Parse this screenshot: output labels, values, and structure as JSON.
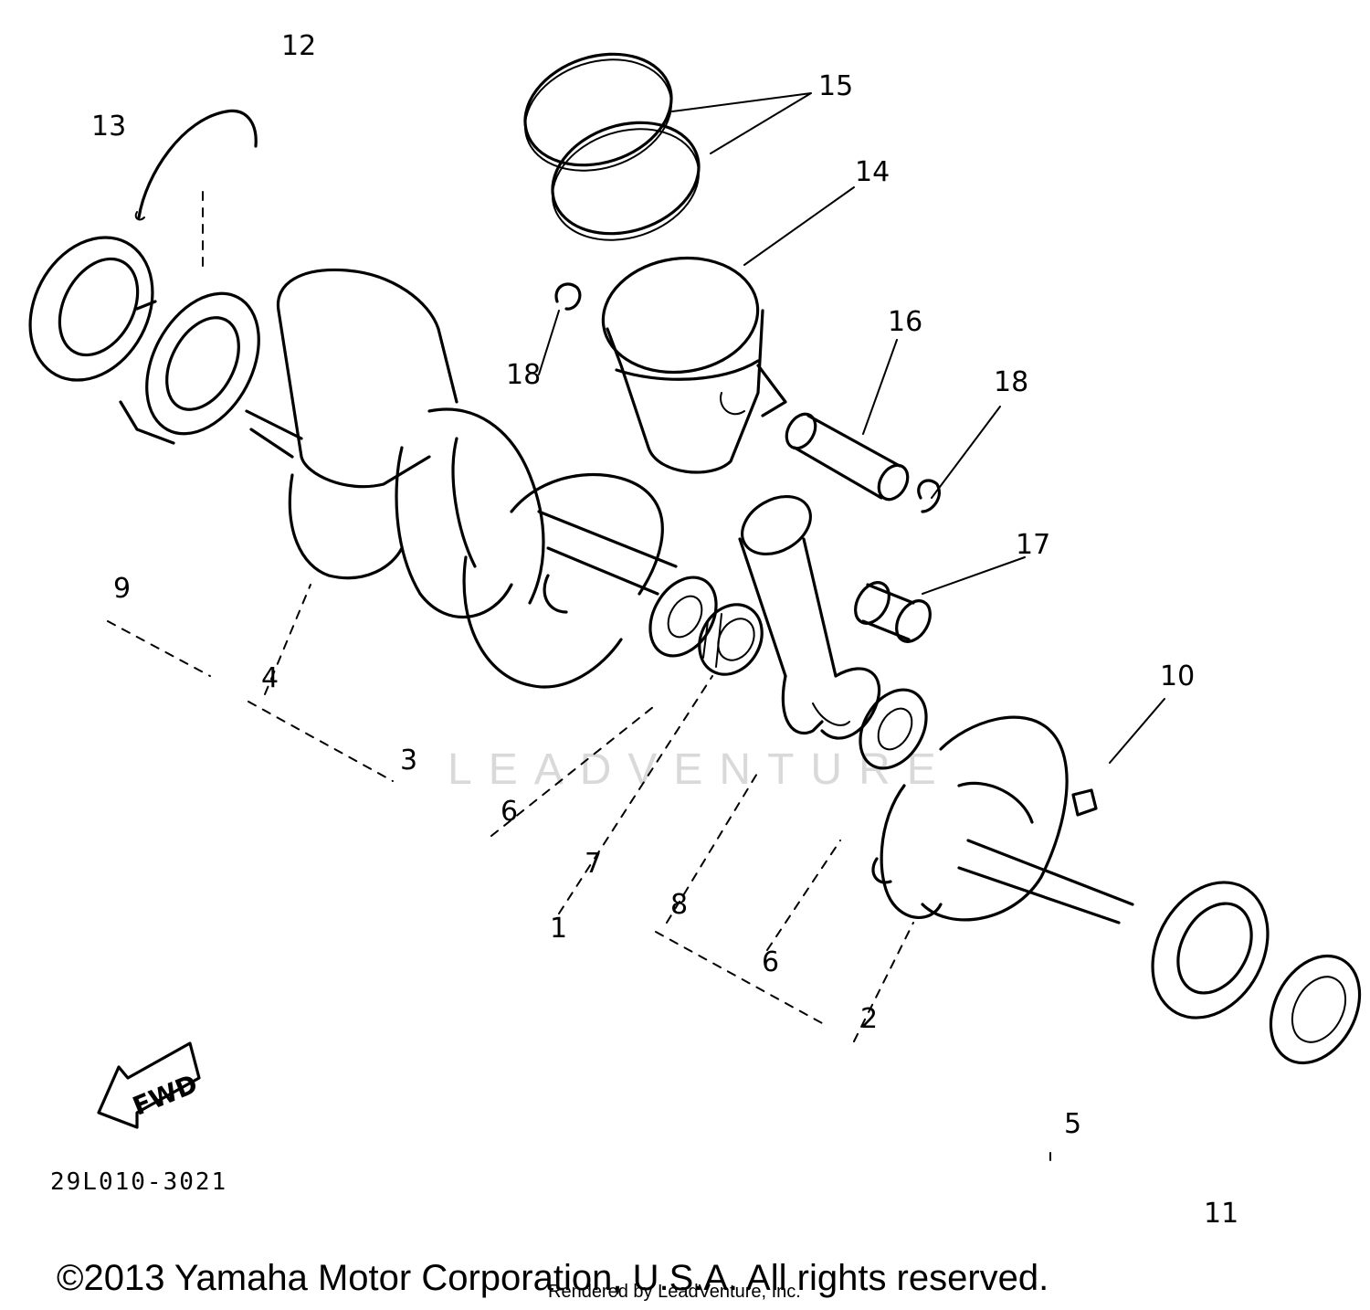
{
  "callouts": [
    {
      "id": "1",
      "label": "1"
    },
    {
      "id": "2",
      "label": "2"
    },
    {
      "id": "3",
      "label": "3"
    },
    {
      "id": "4",
      "label": "4"
    },
    {
      "id": "5",
      "label": "5"
    },
    {
      "id": "6a",
      "label": "6"
    },
    {
      "id": "6b",
      "label": "6"
    },
    {
      "id": "7",
      "label": "7"
    },
    {
      "id": "8",
      "label": "8"
    },
    {
      "id": "9",
      "label": "9"
    },
    {
      "id": "10",
      "label": "10"
    },
    {
      "id": "11",
      "label": "11"
    },
    {
      "id": "12",
      "label": "12"
    },
    {
      "id": "13",
      "label": "13"
    },
    {
      "id": "14",
      "label": "14"
    },
    {
      "id": "15",
      "label": "15"
    },
    {
      "id": "16",
      "label": "16"
    },
    {
      "id": "17",
      "label": "17"
    },
    {
      "id": "18a",
      "label": "18"
    },
    {
      "id": "18b",
      "label": "18"
    }
  ],
  "fwd_label": "FWD",
  "part_code": "29L010-3021",
  "watermark": "LEADVENTURE",
  "copyright": "©2013 Yamaha Motor Corporation, U.S.A. All rights reserved.",
  "rendered_by": "Rendered by LeadVenture, Inc."
}
